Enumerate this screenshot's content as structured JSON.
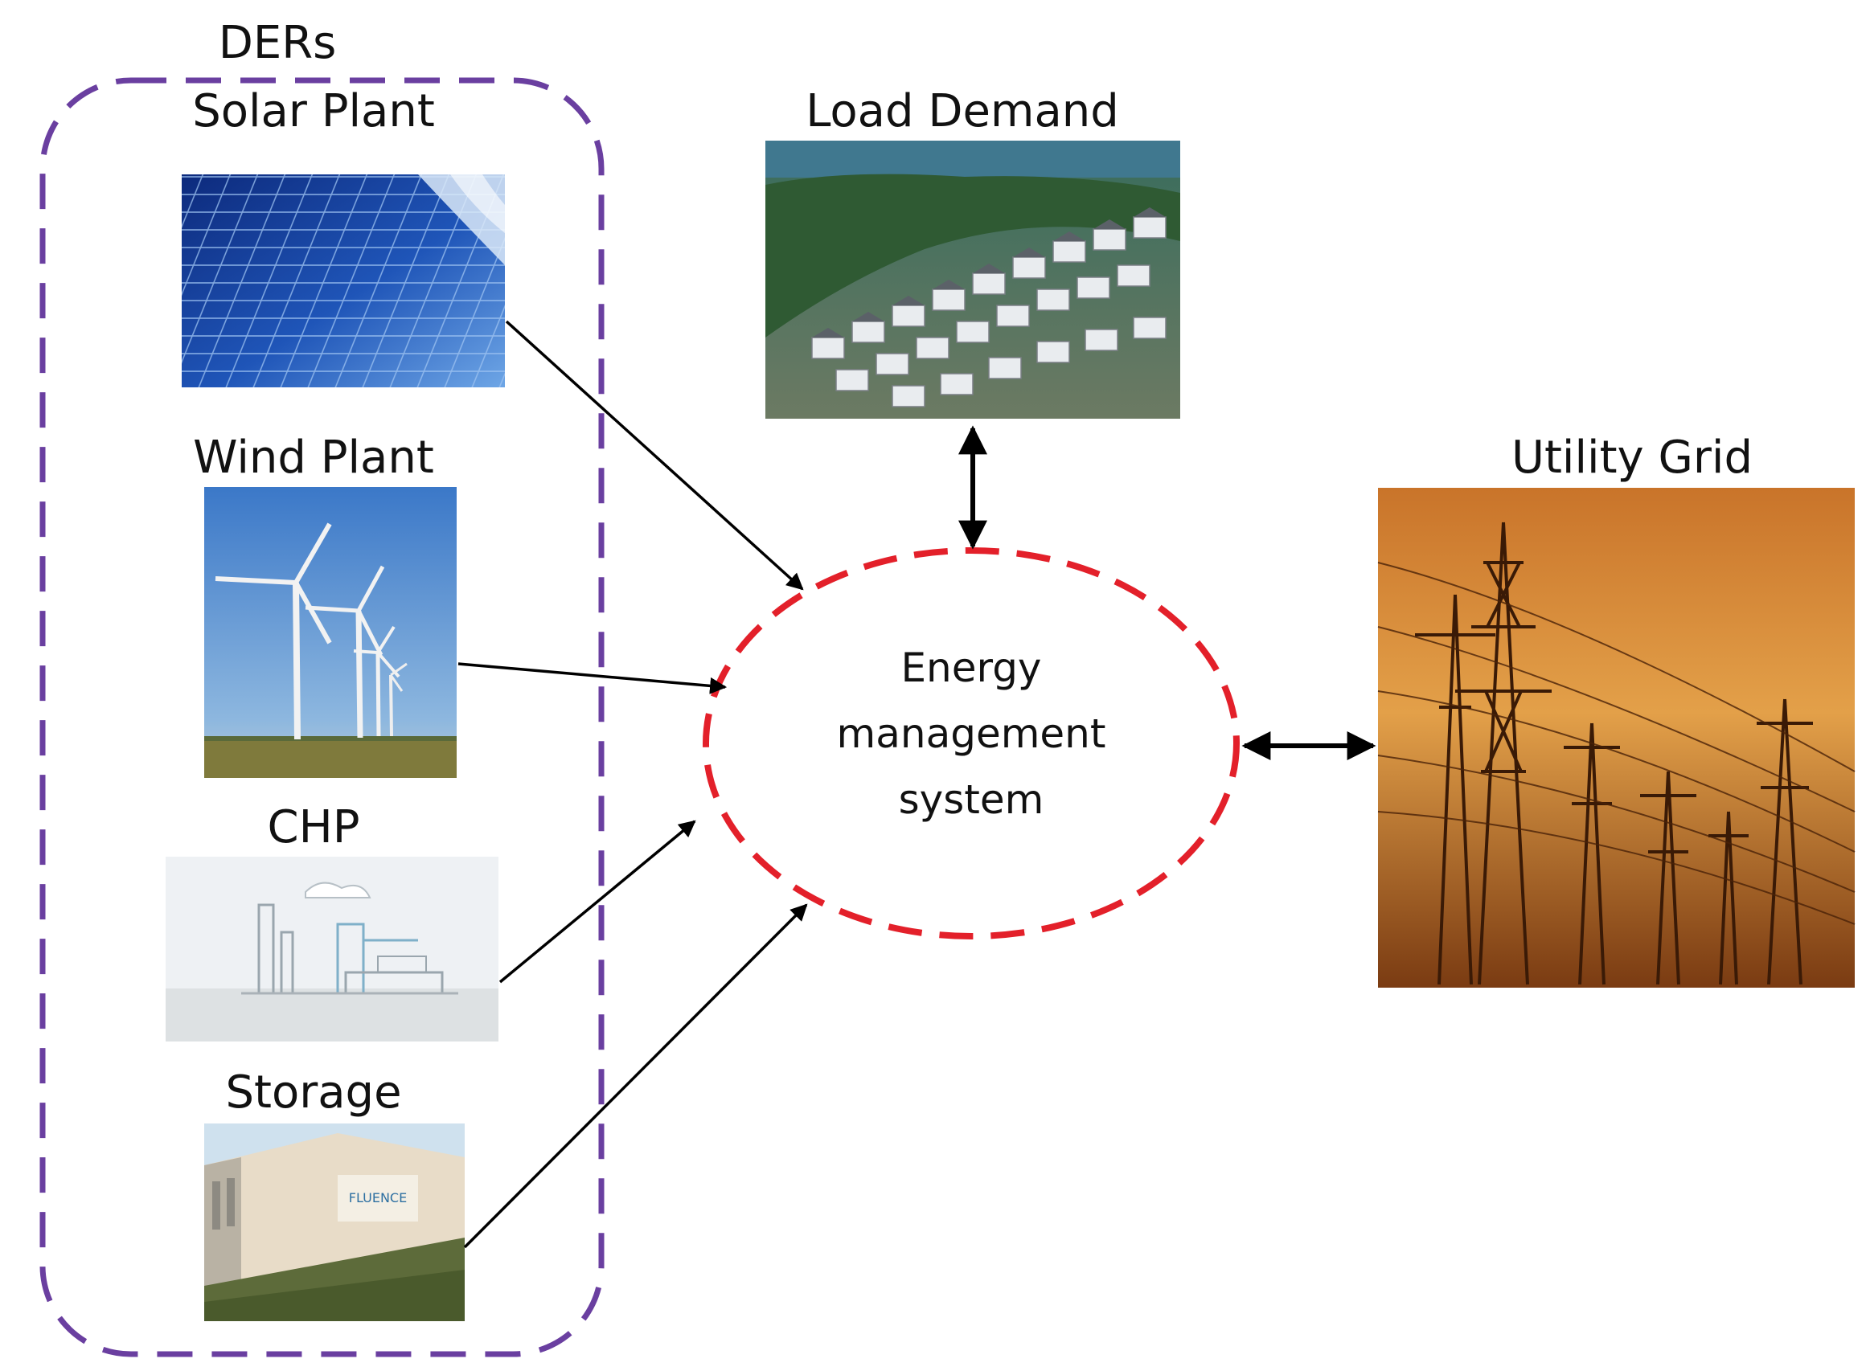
{
  "group": {
    "title": "DERs",
    "border_color": "#6a3fa0"
  },
  "sources": {
    "solar": {
      "label": "Solar Plant"
    },
    "wind": {
      "label": "Wind Plant"
    },
    "chp": {
      "label": "CHP"
    },
    "storage": {
      "label": "Storage",
      "sign_text": "FLUENCE"
    }
  },
  "load": {
    "label": "Load Demand"
  },
  "grid": {
    "label": "Utility Grid"
  },
  "ems": {
    "line1": "Energy",
    "line2": "management",
    "line3": "system",
    "border_color": "#e3202a"
  }
}
